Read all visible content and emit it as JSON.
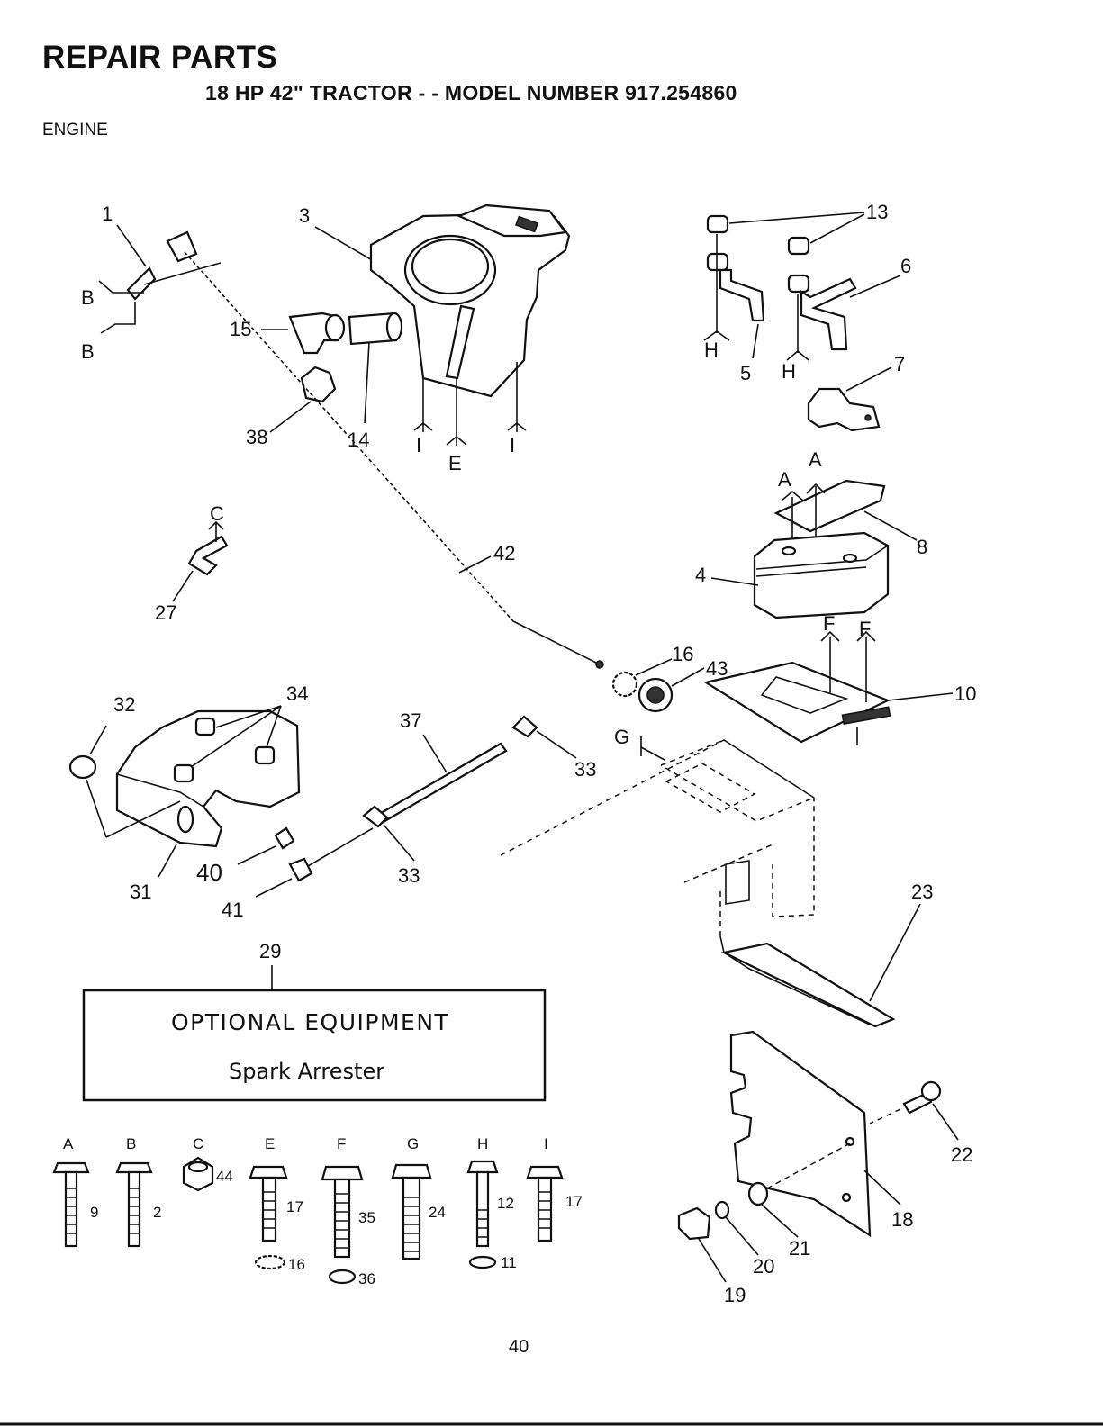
{
  "header": {
    "title": "REPAIR PARTS",
    "subtitle": "18 HP 42\" TRACTOR - - MODEL NUMBER 917.254860",
    "section": "ENGINE"
  },
  "page_number": "40",
  "optional_box": {
    "title": "OPTIONAL EQUIPMENT",
    "item": "Spark Arrester",
    "ref": "29"
  },
  "callouts": {
    "c1": "1",
    "c2": "2",
    "c3": "3",
    "c4": "4",
    "c5": "5",
    "c6": "6",
    "c7": "7",
    "c8": "8",
    "c9": "9",
    "c10": "10",
    "c11": "11",
    "c12": "12",
    "c13": "13",
    "c14": "14",
    "c15": "15",
    "c16": "16",
    "c17": "17",
    "c18": "18",
    "c19": "19",
    "c20": "20",
    "c21": "21",
    "c22": "22",
    "c23": "23",
    "c24": "24",
    "c27": "27",
    "c31": "31",
    "c32": "32",
    "c33": "33",
    "c34": "34",
    "c35": "35",
    "c36": "36",
    "c37": "37",
    "c38": "38",
    "c40": "40",
    "c41": "41",
    "c42": "42",
    "c43": "43",
    "c44": "44"
  },
  "ref_letters": {
    "A": "A",
    "B": "B",
    "C": "C",
    "E": "E",
    "F": "F",
    "G": "G",
    "H": "H",
    "I": "I"
  }
}
